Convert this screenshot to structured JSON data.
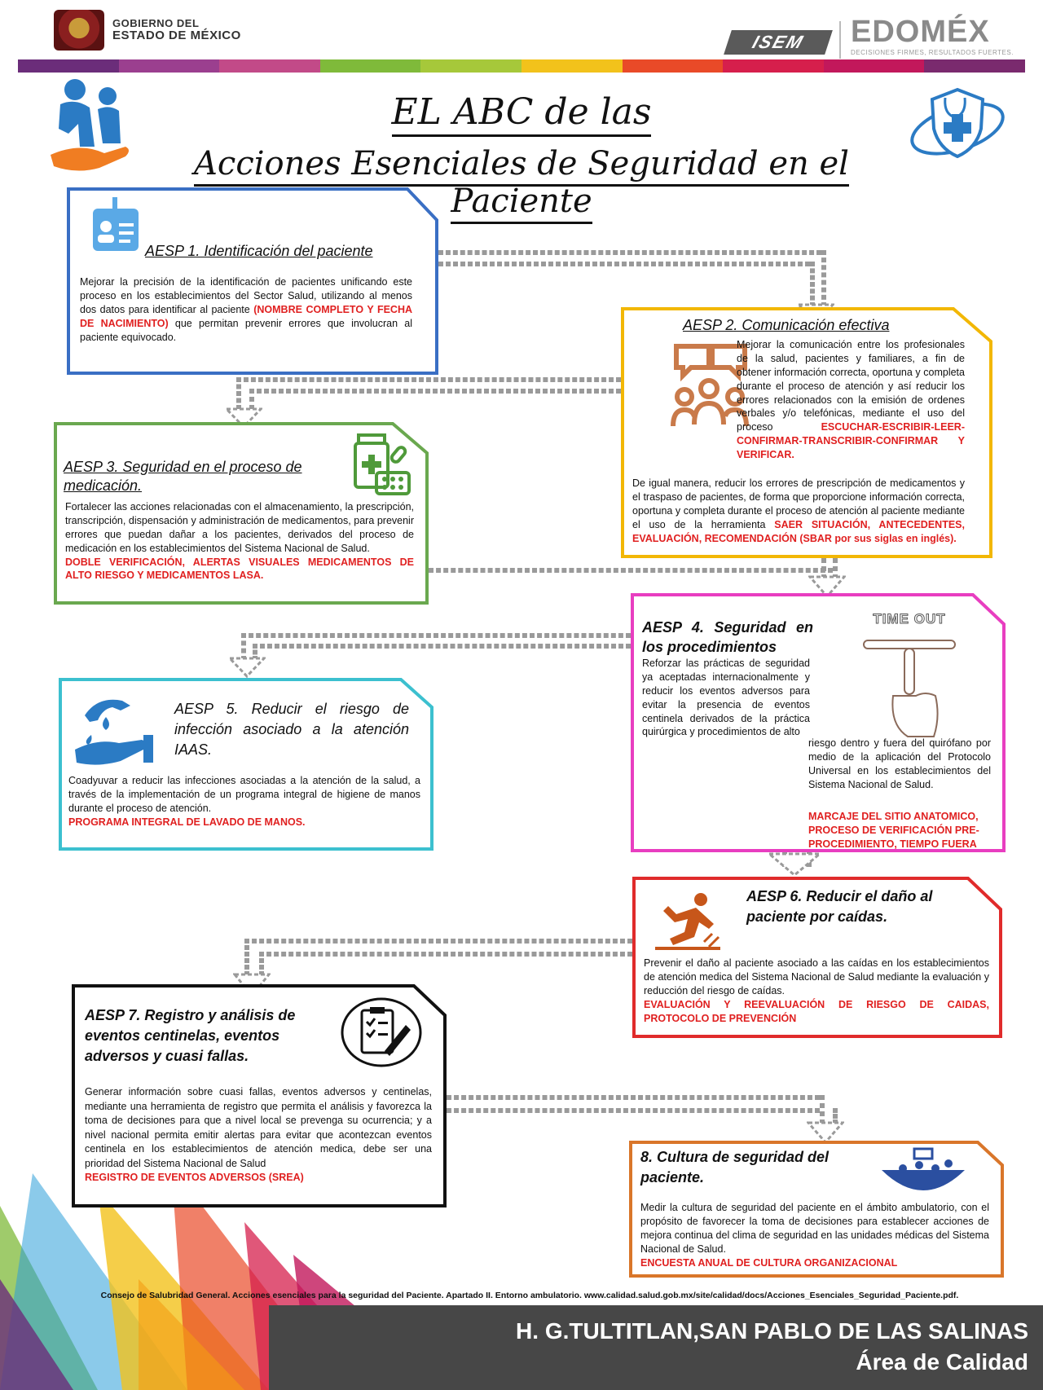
{
  "header": {
    "gov_line1": "GOBIERNO DEL",
    "gov_line2": "ESTADO DE MÉXICO",
    "isem": "ISEM",
    "edomex": "EDOMÉX",
    "edomex_tagline": "DECISIONES FIRMES, RESULTADOS FUERTES.",
    "stripe_colors": [
      "#6b2d7a",
      "#9b3f8f",
      "#c24a88",
      "#7fba3a",
      "#a6c83a",
      "#f2c21b",
      "#e94a28",
      "#d61f4c",
      "#c2185b",
      "#7a2a6e"
    ]
  },
  "title": {
    "line1": "EL ABC de las",
    "line2": "Acciones Esenciales de Seguridad en el Paciente"
  },
  "aesp1": {
    "title": "AESP 1. Identificación del paciente",
    "text": "Mejorar la precisión de la identificación de pacientes unificando este proceso en los establecimientos del Sector Salud, utilizando al menos dos datos para identificar al paciente ",
    "highlight": "(NOMBRE COMPLETO Y FECHA DE NACIMIENTO)",
    "text_after": " que permitan prevenir errores que involucran al paciente equivocado.",
    "color": "#3a6fc4"
  },
  "aesp2": {
    "title": "AESP 2. Comunicación efectiva",
    "text": "Mejorar la comunicación entre los profesionales de la salud, pacientes y familiares, a fin de obtener información correcta, oportuna y completa durante el proceso de atención y así reducir los errores relacionados con la emisión de ordenes verbales y/o telefónicas, mediante el uso del proceso ",
    "highlight": "ESCUCHAR-ESCRIBIR-LEER-CONFIRMAR-TRANSCRIBIR-CONFIRMAR Y VERIFICAR.",
    "text2": "De igual manera, reducir los errores de prescripción de medicamentos y el traspaso de pacientes, de forma que proporcione información correcta, oportuna y completa durante el proceso de atención al paciente mediante el uso de la herramienta ",
    "highlight2": "SAER SITUACIÓN, ANTECEDENTES, EVALUACIÓN, RECOMENDACIÓN (SBAR por sus siglas en inglés).",
    "color": "#f2b705"
  },
  "aesp3": {
    "title": "AESP 3. Seguridad en el proceso de medicación.",
    "text": "Fortalecer las acciones relacionadas con el almacenamiento, la prescripción, transcripción, dispensación y administración de medicamentos, para prevenir errores que puedan dañar a los pacientes, derivados del proceso de medicación en los establecimientos del Sistema Nacional de Salud.",
    "highlight": "DOBLE VERIFICACIÓN, ALERTAS VISUALES MEDICAMENTOS DE ALTO RIESGO Y MEDICAMENTOS LASA.",
    "color": "#6aa84f"
  },
  "aesp4": {
    "title": "AESP 4. Seguridad en los procedimientos",
    "text": "Reforzar las prácticas de seguridad ya aceptadas internacionalmente y reducir los eventos adversos para evitar la presencia de eventos centinela derivados de la práctica quirúrgica y procedimientos de alto",
    "text_cont": "riesgo dentro y fuera del quirófano por medio de la aplicación del Protocolo Universal en los establecimientos del Sistema Nacional de Salud.",
    "highlight": "MARCAJE DEL SITIO ANATOMICO, PROCESO DE VERIFICACIÓN PRE-PROCEDIMIENTO, TIEMPO FUERA",
    "time_out": "TIME OUT",
    "color": "#e83ec0"
  },
  "aesp5": {
    "title": "AESP 5. Reducir el riesgo de infección asociado a la atención IAAS.",
    "text": "Coadyuvar a reducir las infecciones asociadas a la atención de la salud, a través de la implementación de un programa integral de higiene de manos durante el proceso de atención.",
    "highlight": "PROGRAMA INTEGRAL DE LAVADO DE MANOS.",
    "color": "#3cc0cf"
  },
  "aesp6": {
    "title": "AESP 6. Reducir el daño al paciente por caídas.",
    "text": "Prevenir el daño al paciente asociado a las caídas en los establecimientos de atención medica del Sistema Nacional de Salud mediante la evaluación y reducción del riesgo de caídas.",
    "highlight": "EVALUACIÓN Y REEVALUACIÓN DE RIESGO DE CAIDAS, PROTOCOLO DE PREVENCIÓN",
    "color": "#e02b2b"
  },
  "aesp7": {
    "title": "AESP 7. Registro y análisis de eventos centinelas, eventos adversos y cuasi fallas.",
    "text": "Generar información sobre cuasi fallas, eventos adversos y centinelas, mediante una herramienta de registro que permita el análisis y favorezca la toma de decisiones para que a nivel local se prevenga su ocurrencia; y a nivel nacional permita emitir alertas para evitar que acontezcan eventos centinela en los establecimientos de atención medica, debe ser una prioridad del Sistema Nacional de Salud",
    "highlight": "REGISTRO DE EVENTOS ADVERSOS (SREA)",
    "color": "#111111"
  },
  "aesp8": {
    "title": "8. Cultura de seguridad del paciente.",
    "text": "Medir la cultura de seguridad del paciente en el ámbito ambulatorio, con el propósito de favorecer la toma de decisiones para establecer acciones de mejora continua del clima de seguridad en las unidades médicas del Sistema Nacional de Salud.",
    "highlight": "ENCUESTA ANUAL DE CULTURA ORGANIZACIONAL",
    "color": "#d9762a"
  },
  "footer": {
    "reference": "Consejo de Salubridad General. Acciones esenciales para la seguridad del Paciente. Apartado II. Entorno ambulatorio. www.calidad.salud.gob.mx/site/calidad/docs/Acciones_Esenciales_Seguridad_Paciente.pdf.",
    "line1": "H. G.TULTITLAN,SAN PABLO DE LAS SALINAS",
    "line2": "Área de Calidad"
  }
}
